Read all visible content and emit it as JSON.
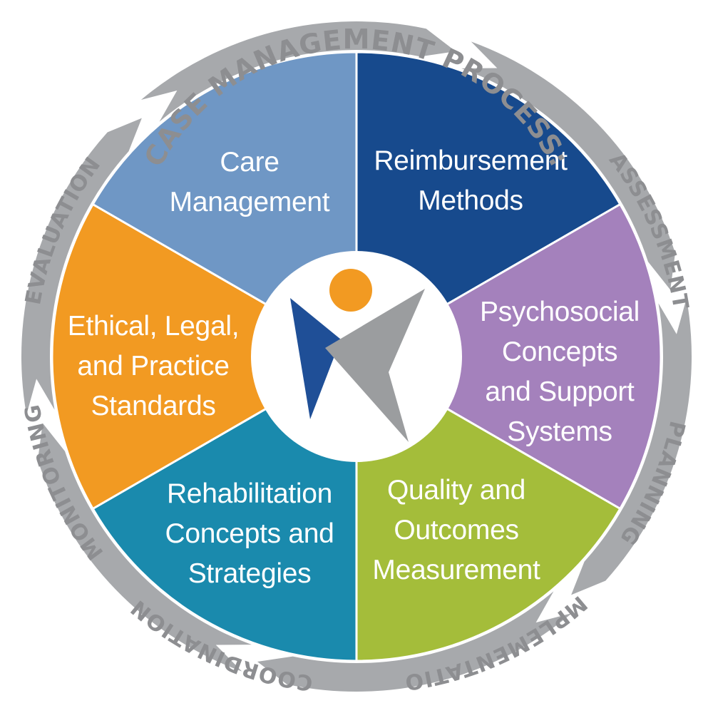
{
  "title": "CASE MANAGEMENT PROCESS:",
  "segments": [
    {
      "lines": [
        "Reimbursement",
        "Methods"
      ],
      "color": "#174a8d"
    },
    {
      "lines": [
        "Psychosocial",
        "Concepts",
        "and Support",
        "Systems"
      ],
      "color": "#a481bc"
    },
    {
      "lines": [
        "Quality and",
        "Outcomes",
        "Measurement"
      ],
      "color": "#a4bd3a"
    },
    {
      "lines": [
        "Rehabilitation",
        "Concepts and",
        "Strategies"
      ],
      "color": "#1a8aad"
    },
    {
      "lines": [
        "Ethical, Legal,",
        "and Practice",
        "Standards"
      ],
      "color": "#f29a22"
    },
    {
      "lines": [
        "Care",
        "Management"
      ],
      "color": "#6f97c5"
    }
  ],
  "process_steps": [
    "ASSESSMENT",
    "PLANNING",
    "IMPLEMENTATION",
    "COORDINATION",
    "MONITORING",
    "EVALUATION"
  ],
  "colors": {
    "ring": "#a7a9ac",
    "ring_text": "#8d8e91",
    "logo_orange": "#f29a22",
    "logo_blue": "#1f4f97",
    "logo_gray": "#9b9d9f"
  },
  "center_icon": "person-figure-logo"
}
